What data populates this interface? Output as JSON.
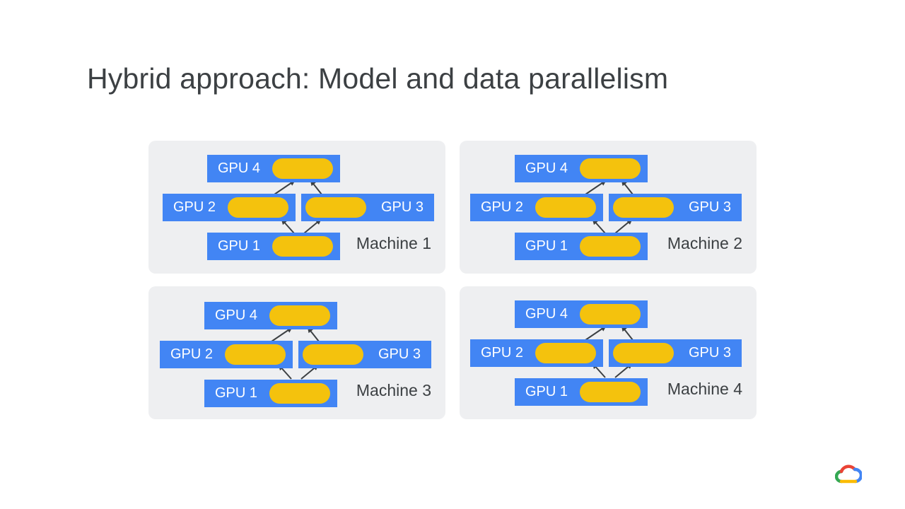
{
  "slide": {
    "title": "Hybrid approach: Model and data parallelism",
    "colors": {
      "gpu_box": "#4285f4",
      "data_pill": "#f4c20d",
      "panel_bg": "#eeeff1",
      "arrow": "#3c4043"
    }
  },
  "machines": [
    {
      "label": "Machine 1",
      "gpu1": "GPU 1",
      "gpu2": "GPU 2",
      "gpu3": "GPU 3",
      "gpu4": "GPU 4"
    },
    {
      "label": "Machine 2",
      "gpu1": "GPU 1",
      "gpu2": "GPU 2",
      "gpu3": "GPU 3",
      "gpu4": "GPU 4"
    },
    {
      "label": "Machine 3",
      "gpu1": "GPU 1",
      "gpu2": "GPU 2",
      "gpu3": "GPU 3",
      "gpu4": "GPU 4"
    },
    {
      "label": "Machine 4",
      "gpu1": "GPU 1",
      "gpu2": "GPU 2",
      "gpu3": "GPU 3",
      "gpu4": "GPU 4"
    }
  ],
  "logo": {
    "icon": "google-cloud-logo-icon"
  }
}
